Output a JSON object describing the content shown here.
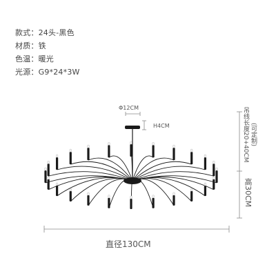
{
  "specs": [
    {
      "label": "款式",
      "value": "24头-黑色"
    },
    {
      "label": "材质",
      "value": "铁"
    },
    {
      "label": "色温",
      "value": "暖光"
    },
    {
      "label": "光源",
      "value": "G9*24*3W"
    }
  ],
  "dimensions": {
    "canopy_diameter": "Φ12CM",
    "canopy_height": "H4CM",
    "cord_length": "吊线长度20+40CM",
    "cord_note": "(可定制)",
    "fixture_height": "高30CM",
    "fixture_diameter": "直径130CM"
  },
  "colors": {
    "fixture": "#1a1a1a",
    "dimension_line": "#8a8a8a",
    "text": "#444444"
  }
}
